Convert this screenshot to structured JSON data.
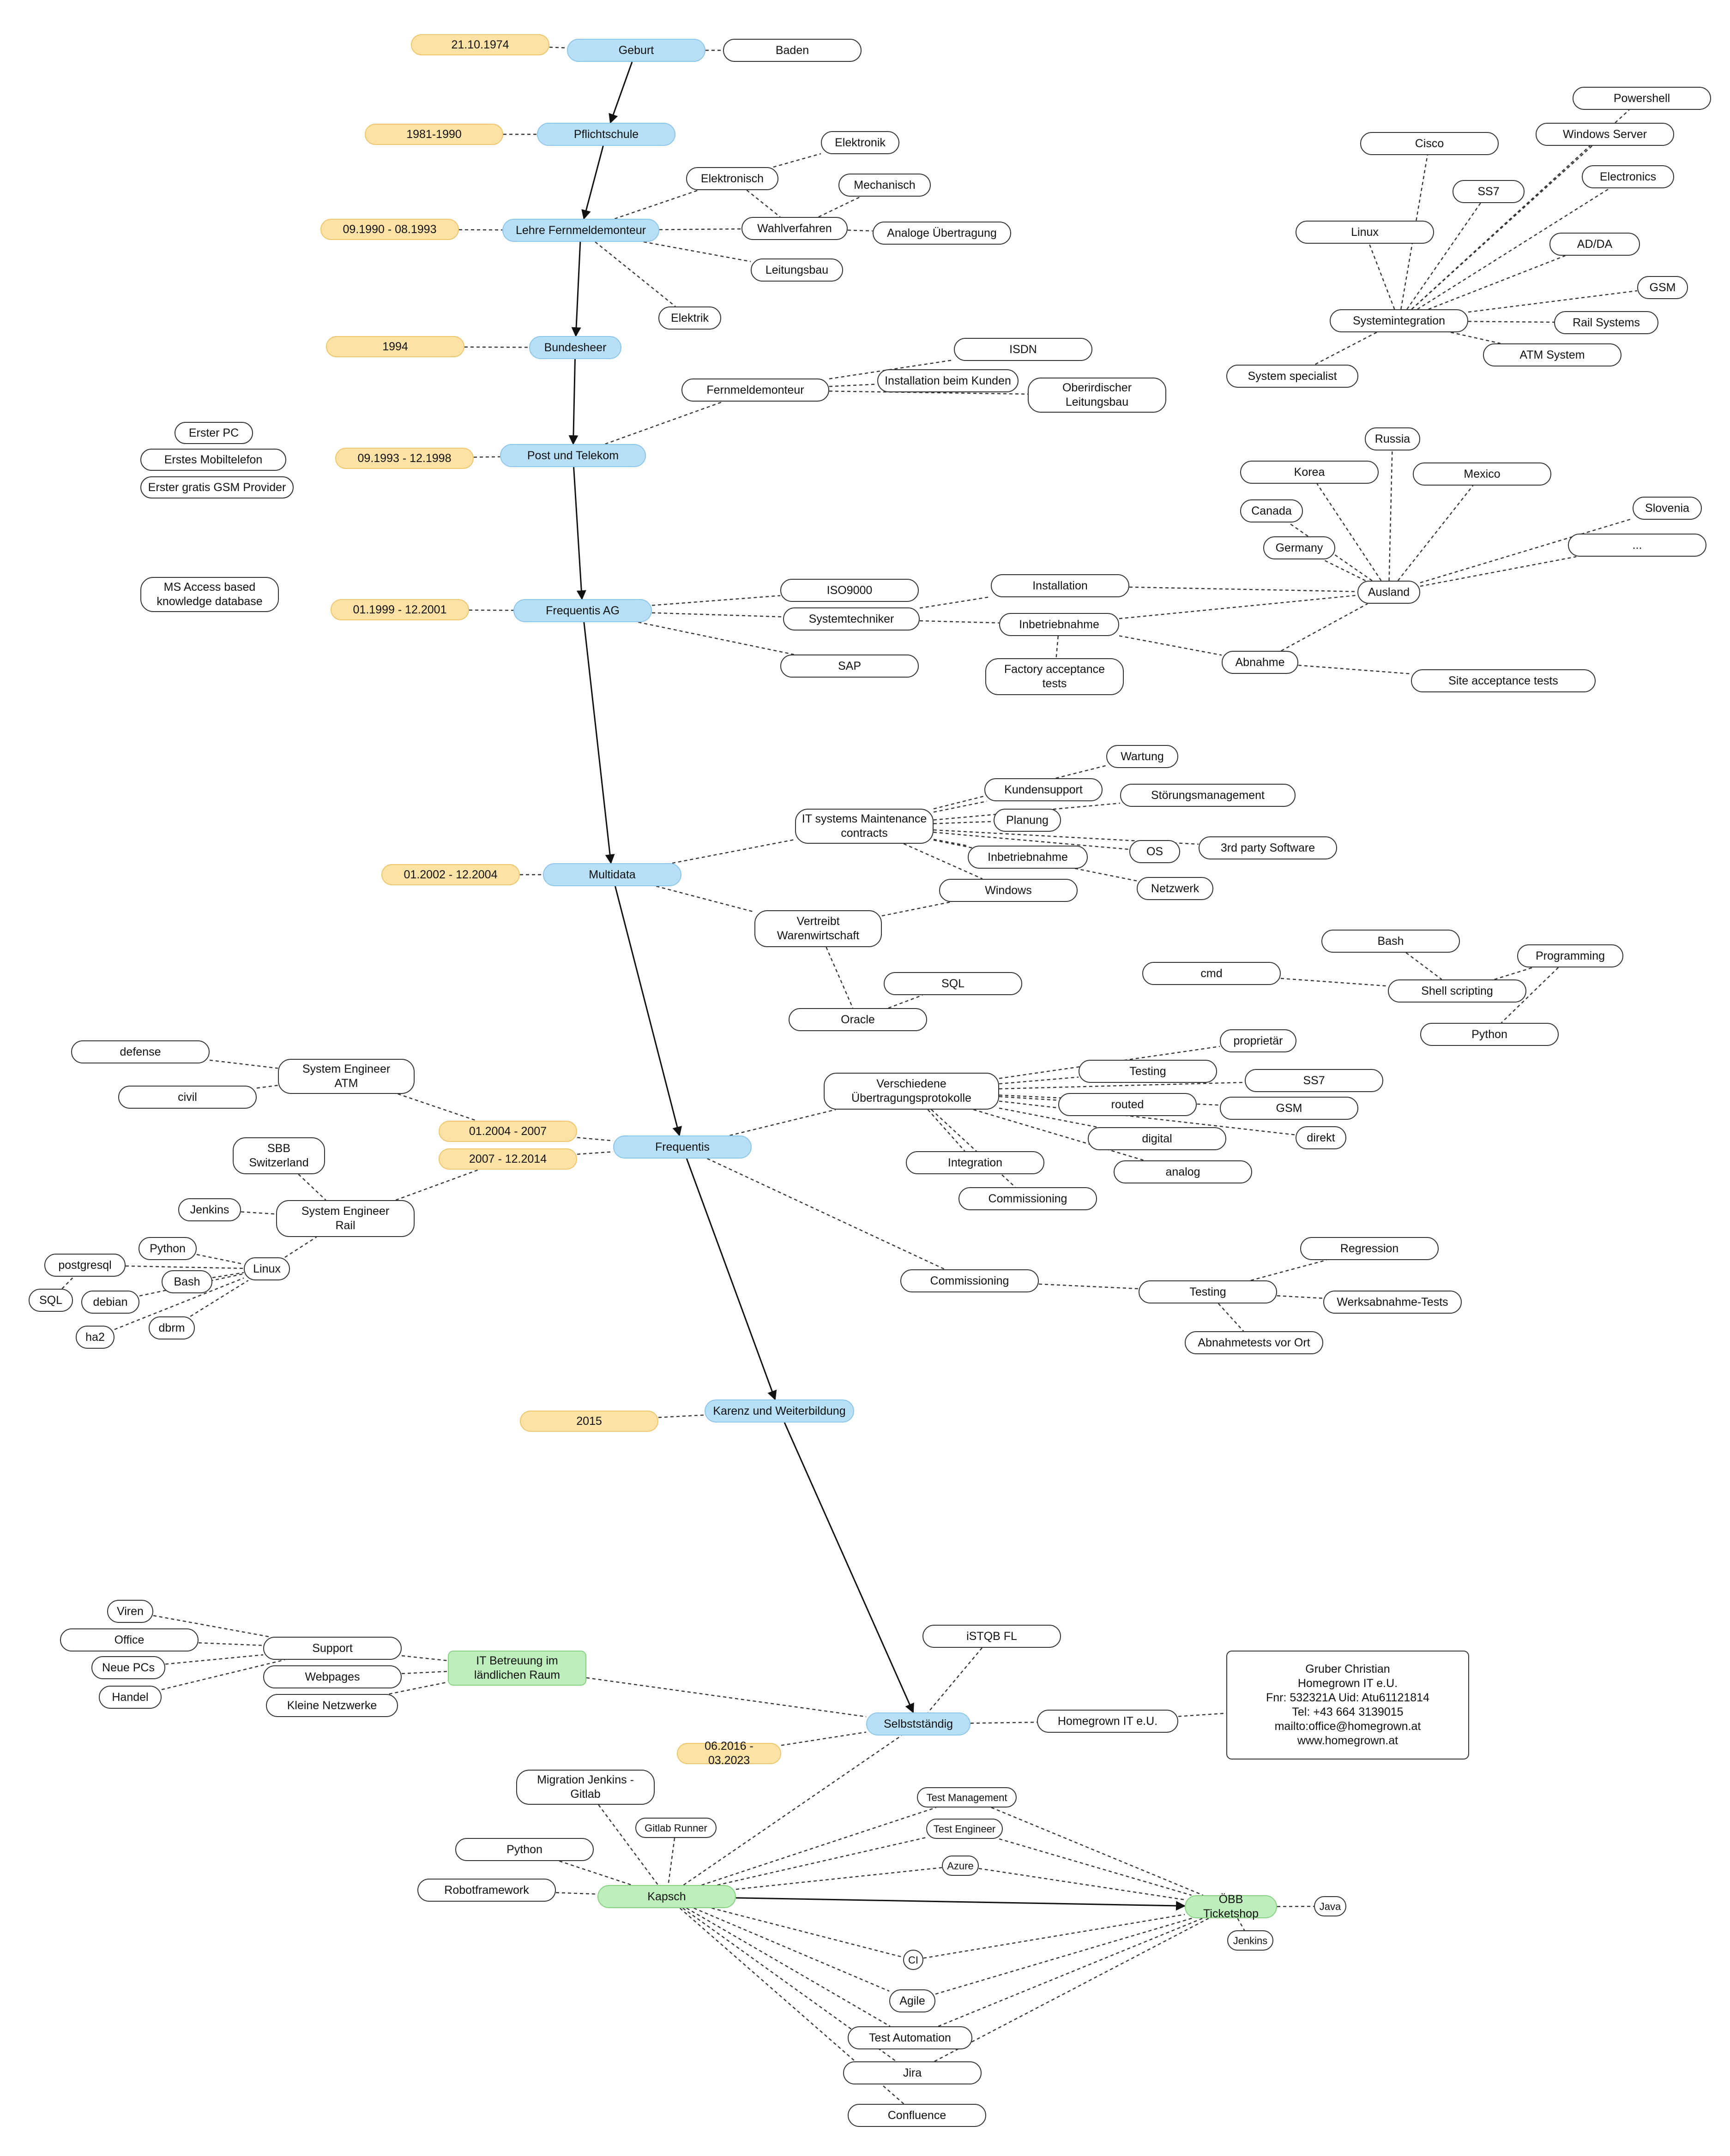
{
  "colors": {
    "main_stage": "#b7dff5",
    "date_label": "#fde2a6",
    "company_green": "#bdeebb",
    "detail_node": "#ffffff",
    "line": "#333333"
  },
  "nodes": {
    "geburt": "Geburt",
    "d_geburt": "21.10.1974",
    "baden": "Baden",
    "pflichtschule": "Pflichtschule",
    "d_pflicht": "1981-1990",
    "lehre": "Lehre Fernmeldemonteur",
    "d_lehre": "09.1990 - 08.1993",
    "elektronisch": "Elektronisch",
    "elektronik": "Elektronik",
    "mechanisch": "Mechanisch",
    "wahlverfahren": "Wahlverfahren",
    "analoge": "Analoge Übertragung",
    "leitungsbau": "Leitungsbau",
    "elektrik": "Elektrik",
    "bundesheer": "Bundesheer",
    "d_bundesheer": "1994",
    "fernmeldemonteur": "Fernmeldemonteur",
    "isdn": "ISDN",
    "installation_kunden": "Installation beim Kunden",
    "oberirdischer": "Oberirdischer\nLeitungsbau",
    "post": "Post und Telekom",
    "d_post": "09.1993 - 12.1998",
    "erster_pc": "Erster PC",
    "erstes_mobil": "Erstes Mobiltelefon",
    "erster_gsm": "Erster gratis GSM Provider",
    "ms_access": "MS Access based\nknowledge database",
    "frequentis_ag": "Frequentis AG",
    "d_frequentis_ag": "01.1999 - 12.2001",
    "iso9000": "ISO9000",
    "systemtechniker": "Systemtechniker",
    "sap": "SAP",
    "installation": "Installation",
    "inbetriebnahme1": "Inbetriebnahme",
    "factory_acceptance": "Factory acceptance\ntests",
    "ausland": "Ausland",
    "abnahme": "Abnahme",
    "site_acceptance": "Site acceptance tests",
    "korea": "Korea",
    "russia": "Russia",
    "mexico": "Mexico",
    "canada": "Canada",
    "germany": "Germany",
    "slovenia": "Slovenia",
    "ellipsis": "...",
    "systemintegration": "Systemintegration",
    "system_specialist": "System specialist",
    "linux_si": "Linux",
    "cisco": "Cisco",
    "ss7_si": "SS7",
    "powershell": "Powershell",
    "windows_server": "Windows Server",
    "electronics": "Electronics",
    "adda": "AD/DA",
    "gsm_si": "GSM",
    "rail_systems": "Rail Systems",
    "atm_system": "ATM System",
    "multidata": "Multidata",
    "d_multidata": "01.2002 - 12.2004",
    "it_maint": "IT systems Maintenance\ncontracts",
    "wartung": "Wartung",
    "kundensupport": "Kundensupport",
    "stoerungs": "Störungsmanagement",
    "planung": "Planung",
    "os": "OS",
    "third_party": "3rd party Software",
    "inbetriebnahme2": "Inbetriebnahme",
    "netzwerk": "Netzwerk",
    "windows": "Windows",
    "vertreibt": "Vertreibt\nWarenwirtschaft",
    "sql_m": "SQL",
    "oracle": "Oracle",
    "bash_sh": "Bash",
    "cmd": "cmd",
    "shell_scripting": "Shell scripting",
    "programming": "Programming",
    "python_sh": "Python",
    "frequentis": "Frequentis",
    "d_freq1": "01.2004 - 2007",
    "d_freq2": "2007 - 12.2014",
    "se_atm": "System Engineer\nATM",
    "defense": "defense",
    "civil": "civil",
    "se_rail": "System Engineer\nRail",
    "sbb": "SBB\nSwitzerland",
    "jenkins_rail": "Jenkins",
    "linux_rail": "Linux",
    "python_rail": "Python",
    "postgresql": "postgresql",
    "bash_rail": "Bash",
    "sql_rail": "SQL",
    "debian": "debian",
    "ha2": "ha2",
    "dbrm": "dbrm",
    "protokolle": "Verschiedene\nÜbertragungsprotokolle",
    "proprietaer": "proprietär",
    "testing_p": "Testing",
    "ss7_p": "SS7",
    "routed": "routed",
    "gsm_p": "GSM",
    "digital": "digital",
    "direkt": "direkt",
    "analog": "analog",
    "integration": "Integration",
    "commissioning_p": "Commissioning",
    "commissioning": "Commissioning",
    "testing_c": "Testing",
    "regression": "Regression",
    "werksabnahme": "Werksabnahme-Tests",
    "abnahmetests": "Abnahmetests vor Ort",
    "karenz": "Karenz und Weiterbildung",
    "d_karenz": "2015",
    "selbst": "Selbstständig",
    "d_selbst": "06.2016 - 03.2023",
    "istqb": "iSTQB FL",
    "homegrown": "Homegrown IT e.U.",
    "contact_card": "Gruber Christian\nHomegrown IT e.U.\nFnr: 532321A Uid: Atu61121814\nTel: +43 664 3139015\nmailto:office@homegrown.at\nwww.homegrown.at",
    "it_betreuung": "IT Betreuung im\nländlichen Raum",
    "support": "Support",
    "webpages": "Webpages",
    "kleine_netz": "Kleine Netzwerke",
    "viren": "Viren",
    "office": "Office",
    "neue_pcs": "Neue PCs",
    "handel": "Handel",
    "kapsch": "Kapsch",
    "migration": "Migration Jenkins -\nGitlab",
    "gitlab_runner": "Gitlab Runner",
    "python_k": "Python",
    "robotframework": "Robotframework",
    "obb": "ÖBB Ticketshop",
    "java": "Java",
    "jenkins_k": "Jenkins",
    "test_mgmt": "Test Management",
    "test_eng": "Test Engineer",
    "azure": "Azure",
    "ci": "CI",
    "agile": "Agile",
    "test_auto": "Test Automation",
    "jira": "Jira",
    "confluence": "Confluence"
  }
}
